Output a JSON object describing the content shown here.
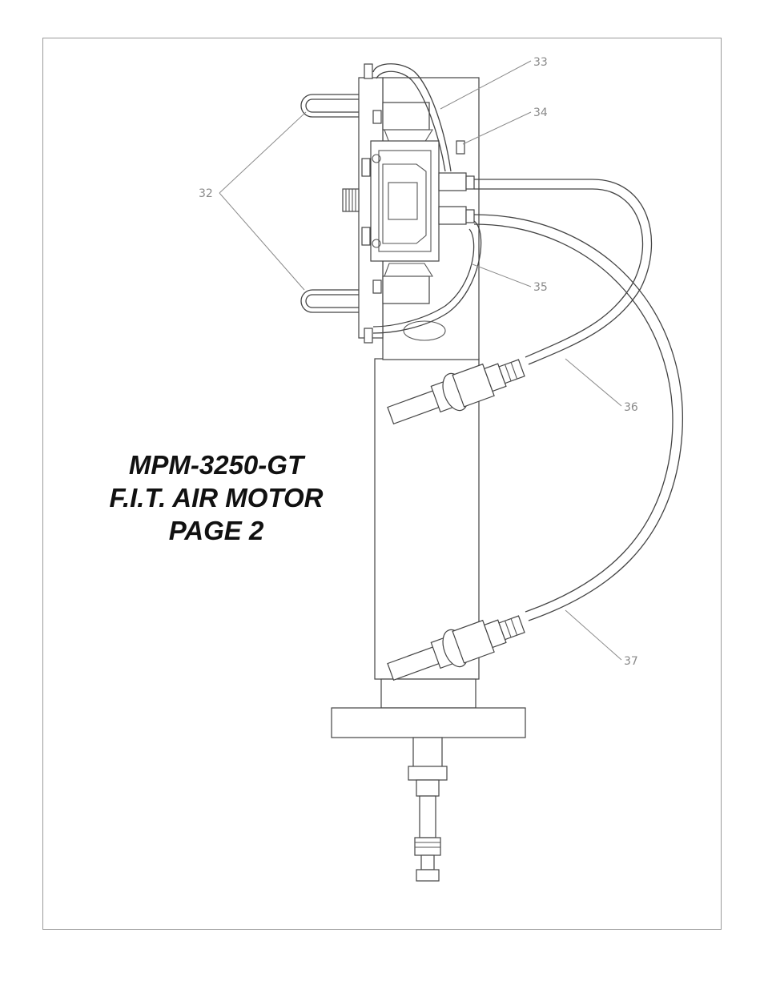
{
  "title_lines": [
    "MPM-3250-GT",
    "F.I.T. AIR MOTOR",
    "PAGE 2"
  ],
  "callouts": {
    "c32": "32",
    "c33": "33",
    "c34": "34",
    "c35": "35",
    "c36": "36",
    "c37": "37"
  }
}
